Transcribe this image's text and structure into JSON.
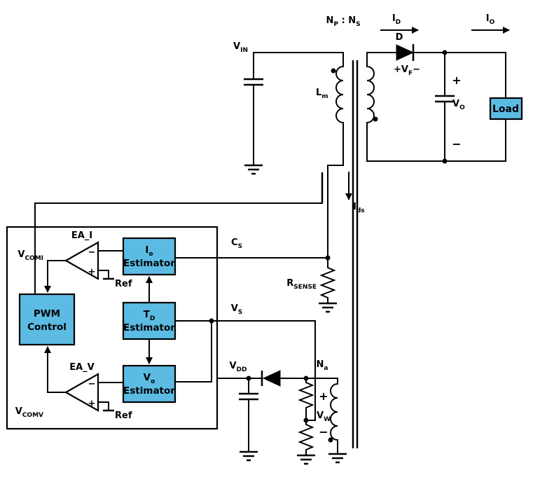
{
  "palette": {
    "background": "#ffffff",
    "box_fill": "#5cbbe3",
    "line": "#000000"
  },
  "sym": {
    "plus": "+",
    "minus": "−"
  },
  "labels": {
    "np_ns": [
      [
        "N",
        false
      ],
      [
        "P",
        true
      ],
      [
        " : N",
        false
      ],
      [
        "S",
        true
      ]
    ],
    "i_d": [
      [
        "I",
        false
      ],
      [
        "D",
        true
      ]
    ],
    "i_o": [
      [
        "I",
        false
      ],
      [
        "O",
        true
      ]
    ],
    "v_in": [
      [
        "V",
        false
      ],
      [
        "IN",
        true
      ]
    ],
    "diode_d": "D",
    "v_f": [
      [
        "+V",
        false
      ],
      [
        "F",
        true
      ],
      [
        "−",
        false
      ]
    ],
    "l_m": [
      [
        "L",
        false
      ],
      [
        "m",
        true
      ]
    ],
    "v_o": [
      [
        "V",
        false
      ],
      [
        "O",
        true
      ]
    ],
    "load": "Load",
    "i_ds": [
      [
        "I",
        false
      ],
      [
        "ds",
        true
      ]
    ],
    "c_s": [
      [
        "C",
        false
      ],
      [
        "S",
        true
      ]
    ],
    "r_sense": [
      [
        "R",
        false
      ],
      [
        "SENSE",
        true
      ]
    ],
    "v_s": [
      [
        "V",
        false
      ],
      [
        "S",
        true
      ]
    ],
    "v_dd": [
      [
        "V",
        false
      ],
      [
        "DD",
        true
      ]
    ],
    "n_a": [
      [
        "N",
        false
      ],
      [
        "a",
        true
      ]
    ],
    "v_w": [
      [
        "V",
        false
      ],
      [
        "W",
        true
      ]
    ],
    "ea_i": "EA_I",
    "ea_v": "EA_V",
    "v_comi": [
      [
        "V",
        false
      ],
      [
        "COMI",
        true
      ]
    ],
    "v_comv": [
      [
        "V",
        false
      ],
      [
        "COMV",
        true
      ]
    ],
    "ref_i": "Ref",
    "ref_v": "Ref"
  },
  "blocks": {
    "io_estimator": {
      "line1": [
        [
          "I",
          false
        ],
        [
          "o",
          true
        ]
      ],
      "line2": "Estimator"
    },
    "td_estimator": {
      "line1": [
        [
          "T",
          false
        ],
        [
          "D",
          true
        ]
      ],
      "line2": "Estimator"
    },
    "vo_estimator": {
      "line1": [
        [
          "V",
          false
        ],
        [
          "o",
          true
        ]
      ],
      "line2": "Estimator"
    },
    "pwm": {
      "line1": "PWM",
      "line2": "Control"
    }
  }
}
